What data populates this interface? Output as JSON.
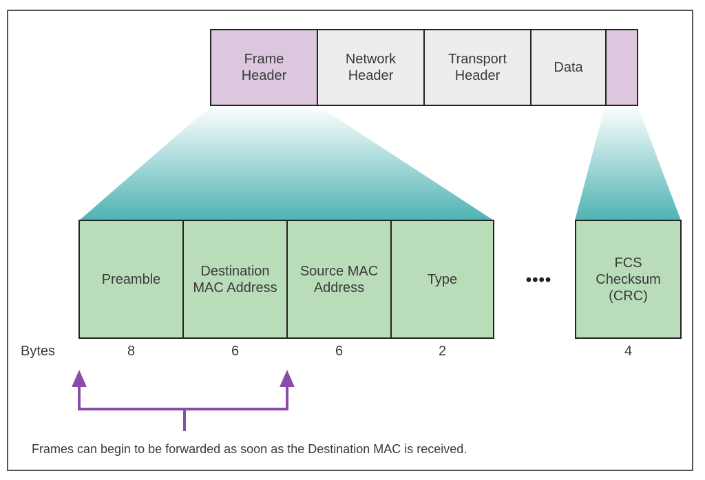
{
  "frame": {
    "segments": [
      {
        "label": "Frame\nHeader",
        "highlight": true
      },
      {
        "label": "Network\nHeader",
        "highlight": false
      },
      {
        "label": "Transport\nHeader",
        "highlight": false
      },
      {
        "label": "Data",
        "highlight": false
      },
      {
        "label": "",
        "highlight": true
      }
    ]
  },
  "header_fields": [
    {
      "label": "Preamble",
      "bytes": "8"
    },
    {
      "label": "Destination\nMAC Address",
      "bytes": "6"
    },
    {
      "label": "Source MAC\nAddress",
      "bytes": "6"
    },
    {
      "label": "Type",
      "bytes": "2"
    }
  ],
  "ellipsis": "••••",
  "trailer_field": {
    "label": "FCS\nChecksum\n(CRC)",
    "bytes": "4"
  },
  "bytes_label": "Bytes",
  "caption": "Frames can begin to be forwarded as soon as the Destination MAC is received.",
  "colors": {
    "purple": "#dcc7df",
    "light_gray": "#ededed",
    "green": "#b9dcb9",
    "teal": "#4fb3b3",
    "arrow": "#8a4ca8"
  }
}
